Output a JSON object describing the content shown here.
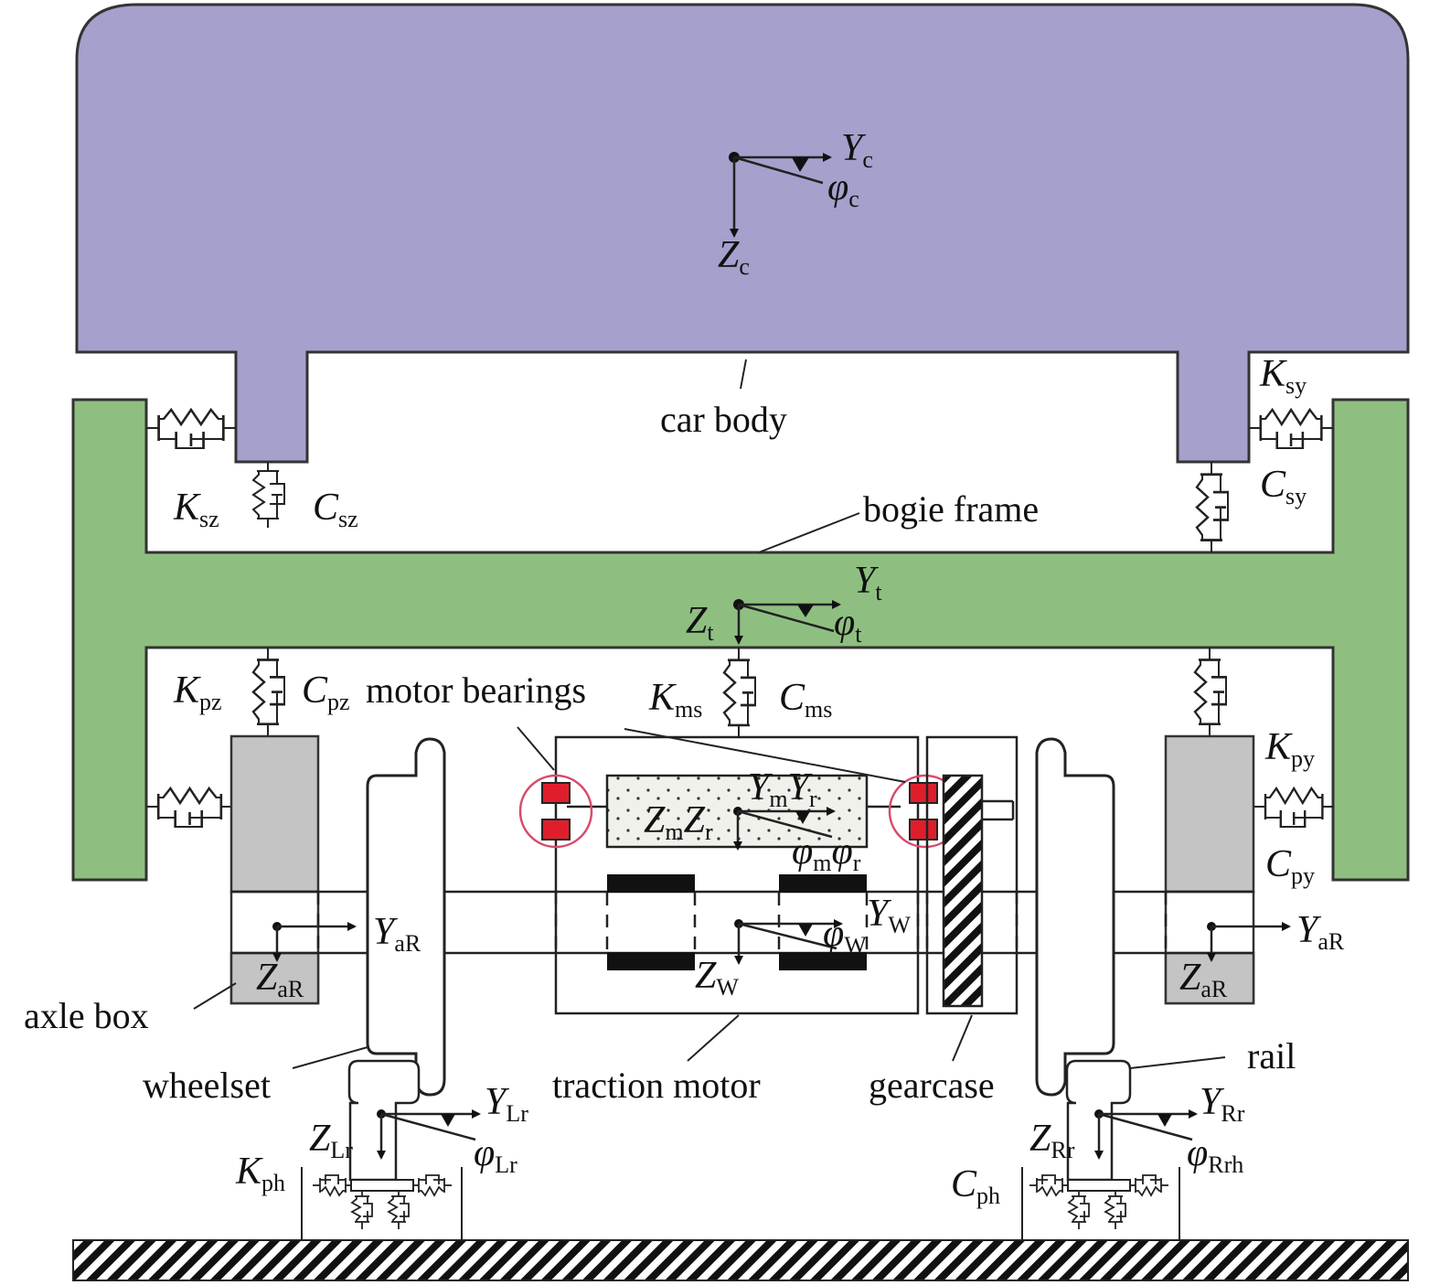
{
  "labels": {
    "car_body": "car body",
    "bogie_frame": "bogie frame",
    "motor_bearings": "motor bearings",
    "axle_box": "axle box",
    "wheelset": "wheelset",
    "traction_motor": "traction motor",
    "gearcase": "gearcase",
    "rail": "rail"
  },
  "symbols": {
    "Yc": {
      "main": "Y",
      "sub": "c"
    },
    "phic": {
      "main": "φ",
      "sub": "c"
    },
    "Zc": {
      "main": "Z",
      "sub": "c"
    },
    "Ksy": {
      "main": "K",
      "sub": "sy"
    },
    "Csy": {
      "main": "C",
      "sub": "sy"
    },
    "Ksz": {
      "main": "K",
      "sub": "sz"
    },
    "Csz": {
      "main": "C",
      "sub": "sz"
    },
    "Yt": {
      "main": "Y",
      "sub": "t"
    },
    "Zt": {
      "main": "Z",
      "sub": "t"
    },
    "phit": {
      "main": "φ",
      "sub": "t"
    },
    "Kpz": {
      "main": "K",
      "sub": "pz"
    },
    "Cpz": {
      "main": "C",
      "sub": "pz"
    },
    "Kms": {
      "main": "K",
      "sub": "ms"
    },
    "Cms": {
      "main": "C",
      "sub": "ms"
    },
    "Kpy": {
      "main": "K",
      "sub": "py"
    },
    "Cpy": {
      "main": "C",
      "sub": "py"
    },
    "YmYr": {
      "main1": "Y",
      "sub1": "m",
      "main2": "Y",
      "sub2": "r"
    },
    "ZmZr": {
      "main1": "Z",
      "sub1": "m",
      "main2": "Z",
      "sub2": "r"
    },
    "phimr": {
      "main1": "φ",
      "sub1": "m",
      "main2": "φ",
      "sub2": "r"
    },
    "YW": {
      "main": "Y",
      "sub": "W"
    },
    "phiW": {
      "main": "φ",
      "sub": "W"
    },
    "ZW": {
      "main": "Z",
      "sub": "W"
    },
    "YaR_left": {
      "main": "Y",
      "sub": "aR"
    },
    "ZaR_left": {
      "main": "Z",
      "sub": "aR"
    },
    "YaR_right": {
      "main": "Y",
      "sub": "aR"
    },
    "ZaR_right": {
      "main": "Z",
      "sub": "aR"
    },
    "YLr": {
      "main": "Y",
      "sub": "Lr"
    },
    "ZLr": {
      "main": "Z",
      "sub": "Lr"
    },
    "phiLr": {
      "main": "φ",
      "sub": "Lr"
    },
    "YRr": {
      "main": "Y",
      "sub": "Rr"
    },
    "ZRr": {
      "main": "Z",
      "sub": "Rr"
    },
    "phiRrh": {
      "main": "φ",
      "sub": "Rrh"
    },
    "Kph": {
      "main": "K",
      "sub": "ph"
    },
    "Cph": {
      "main": "C",
      "sub": "ph"
    }
  },
  "colors": {
    "car_body": "#a5a0cc",
    "bogie_frame": "#8fbf80",
    "axle_box": "#c4c4c4",
    "bearing": "#e01e2b",
    "bearing_ring": "#d84a6a",
    "motor_fill": "#f1f1ec",
    "bar": "#111111"
  }
}
